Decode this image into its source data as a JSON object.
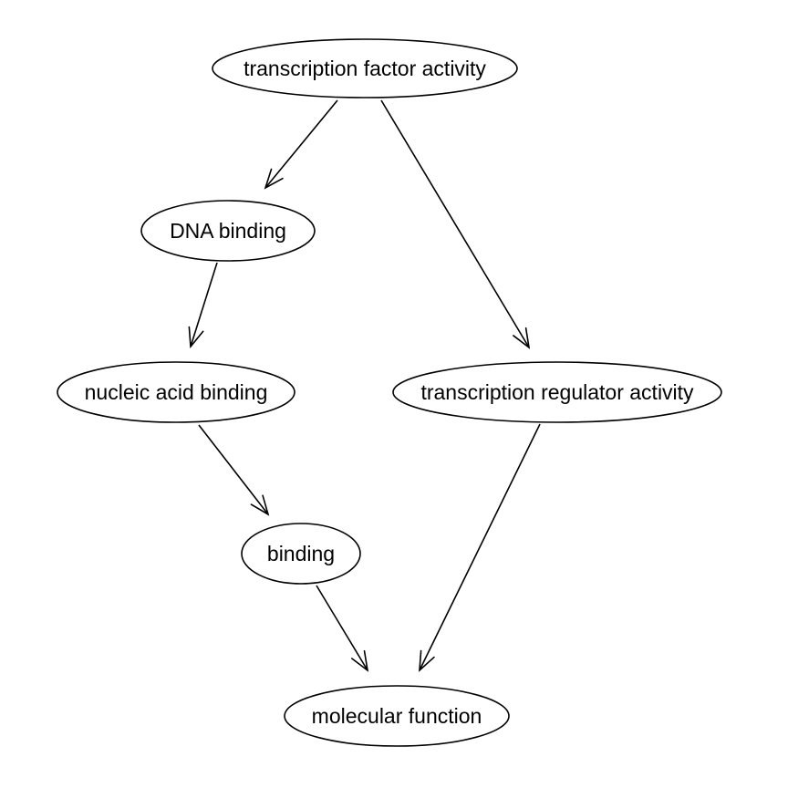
{
  "diagram": {
    "type": "directed-graph",
    "description": "Gene Ontology molecular function hierarchy",
    "background_color": "#ffffff",
    "node_fill_color": "#ffffff",
    "node_stroke_color": "#000000",
    "text_color": "#000000",
    "edge_color": "#000000",
    "arrowhead_style": "open-v"
  },
  "nodes": [
    {
      "id": "transcription-factor-activity",
      "label": "transcription factor activity"
    },
    {
      "id": "dna-binding",
      "label": "DNA binding"
    },
    {
      "id": "nucleic-acid-binding",
      "label": "nucleic acid binding"
    },
    {
      "id": "transcription-regulator-activity",
      "label": "transcription regulator activity"
    },
    {
      "id": "binding",
      "label": "binding"
    },
    {
      "id": "molecular-function",
      "label": "molecular function"
    }
  ],
  "edges": [
    {
      "from": "transcription factor activity",
      "to": "DNA binding"
    },
    {
      "from": "transcription factor activity",
      "to": "transcription regulator activity"
    },
    {
      "from": "DNA binding",
      "to": "nucleic acid binding"
    },
    {
      "from": "nucleic acid binding",
      "to": "binding"
    },
    {
      "from": "binding",
      "to": "molecular function"
    },
    {
      "from": "transcription regulator activity",
      "to": "molecular function"
    }
  ]
}
